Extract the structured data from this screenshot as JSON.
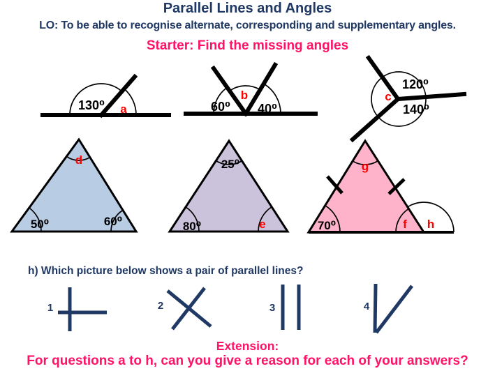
{
  "colors": {
    "navy": "#1F3864",
    "pink": "#FF1166",
    "label_red": "#FF0000",
    "diagram_black": "#000000",
    "triangle1_fill": "#B8CCE4",
    "triangle2_fill": "#CBC2DC",
    "triangle3_fill": "#FFB3CA"
  },
  "header": {
    "title": "Parallel Lines and Angles",
    "learning_objective": "LO: To be able to recognise alternate, corresponding and supplementary angles.",
    "starter": "Starter: Find the missing angles"
  },
  "angle_diagrams": {
    "straight_line_one_ray": {
      "known_angle": "130⁰",
      "unknown_angle": "a"
    },
    "straight_line_two_rays": {
      "left_angle": "60⁰",
      "unknown_angle": "b",
      "right_angle": "40⁰"
    },
    "full_turn_three_rays": {
      "top_angle": "120⁰",
      "unknown_angle": "c",
      "bottom_angle": "140⁰"
    }
  },
  "triangles": {
    "blue": {
      "apex_angle": "d",
      "bottom_left_angle": "50⁰",
      "bottom_right_angle": "60⁰"
    },
    "purple": {
      "apex_angle": "25⁰",
      "bottom_left_angle": "80⁰",
      "bottom_right_angle": "e"
    },
    "pink": {
      "apex_angle": "g",
      "bottom_left_angle": "70⁰",
      "interior_right_angle": "f",
      "exterior_right_angle": "h"
    }
  },
  "question_h": "h) Which picture below shows a pair of parallel lines?",
  "parallel_line_pictures": [
    {
      "number": "1",
      "shape": "perpendicular-cross"
    },
    {
      "number": "2",
      "shape": "x-cross"
    },
    {
      "number": "3",
      "shape": "two-parallel-vertical-lines"
    },
    {
      "number": "4",
      "shape": "vertical-line-with-diagonal"
    }
  ],
  "extension": {
    "heading": "Extension:",
    "question": "For questions a to h, can you give a reason for each of your answers?"
  }
}
